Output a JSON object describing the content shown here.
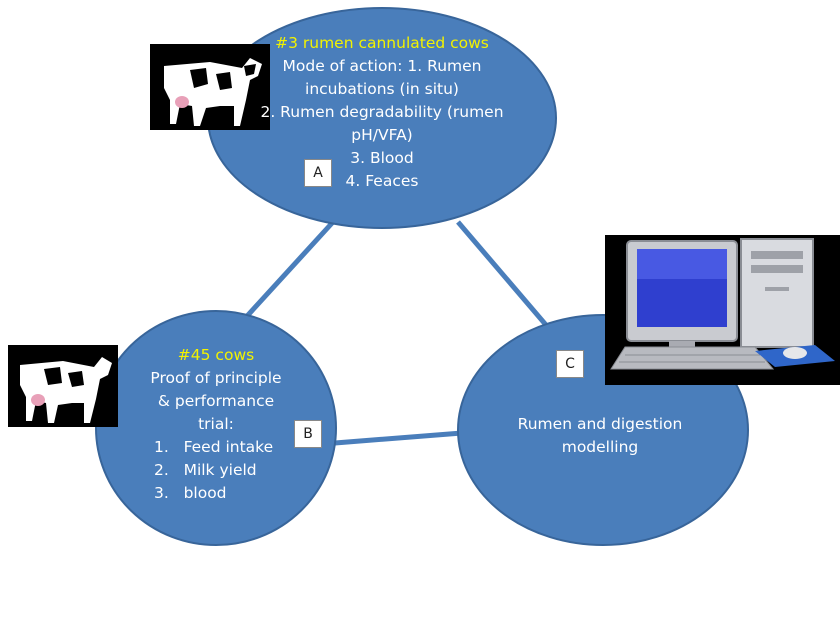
{
  "colors": {
    "circle_fill": "#4a7ebb",
    "circle_stroke": "#38659a",
    "highlight": "#f2f200",
    "text": "#ffffff"
  },
  "node_a": {
    "label": "A",
    "title": "#3 rumen cannulated cows",
    "lines": [
      "Mode of action: 1. Rumen",
      "incubations (in situ)",
      "2. Rumen degradability (rumen",
      "pH/VFA)",
      "3. Blood",
      "4. Feaces"
    ],
    "icon": "cow-icon"
  },
  "node_b": {
    "label": "B",
    "title": "#45 cows",
    "lines": [
      "Proof of principle",
      "& performance",
      "trial:"
    ],
    "list": [
      "1.   Feed intake",
      "2.   Milk yield",
      "3.   blood"
    ],
    "icon": "cow-icon"
  },
  "node_c": {
    "label": "C",
    "lines": [
      "Rumen and digestion",
      "modelling"
    ],
    "icon": "computer-icon"
  }
}
